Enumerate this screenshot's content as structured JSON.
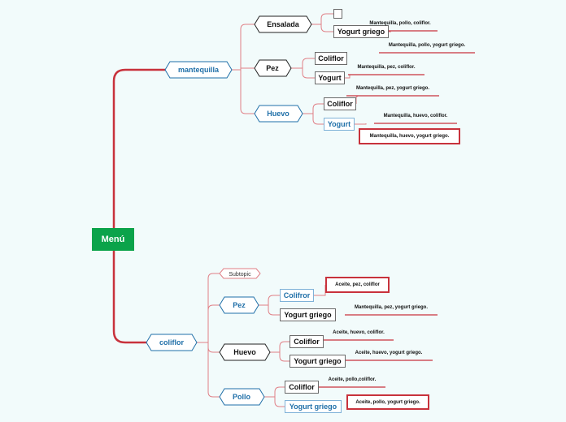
{
  "root": {
    "label": "Menú"
  },
  "branches": {
    "mantequilla": {
      "label": "mantequilla",
      "ensalada": {
        "label": "Ensalada",
        "yogurt_label": "Yogurt griego",
        "note_1": "Mantequilla, pollo, coliflor.",
        "note_2": "Mantequilla, pollo, yogurt griego."
      },
      "pez": {
        "label": "Pez",
        "coliflor_label": "Coliflor",
        "yogurt_label": "Yogurt",
        "note_1": "Mantequilla, pez, coliflor.",
        "note_2": "Mantequilla, pez, yogurt griego."
      },
      "huevo": {
        "label": "Huevo",
        "coliflor_label": "Coliflor",
        "yogurt_label": "Yogurt",
        "note_1": "Mantequilla, huevo, coliflor.",
        "note_2": "Mantequilla, huevo, yogurt griego."
      }
    },
    "coliflor": {
      "label": "coliflor",
      "subtopic": {
        "label": "Subtopic"
      },
      "pez": {
        "label": "Pez",
        "coliflor_label": "Colifror",
        "yogurt_label": "Yogurt griego",
        "note_1": "Aceite, pez, coliflor",
        "note_2": "Mantequilla, pez, yogurt griego."
      },
      "huevo": {
        "label": "Huevo",
        "coliflor_label": "Coliflor",
        "yogurt_label": "Yogurt griego",
        "note_1": "Aceite, huevo, coliflor.",
        "note_2": "Aceite, huevo, yogurt griego."
      },
      "pollo": {
        "label": "Pollo",
        "coliflor_label": "Coliflor",
        "yogurt_label": "Yogurt griego",
        "note_1": "Aceite, pollo,coliflor.",
        "note_2": "Aceite, pollo, yogurt griego."
      }
    }
  },
  "colors": {
    "background": "#f2fbfb",
    "root": "#0ba34a",
    "connector": "#c8323c",
    "blue_text": "#1f6fa8"
  }
}
